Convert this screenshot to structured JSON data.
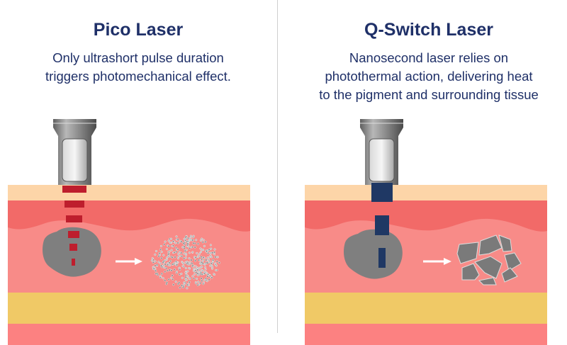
{
  "left": {
    "title": "Pico Laser",
    "description_lines": [
      "Only ultrashort pulse duration",
      "triggers photomechanical effect."
    ],
    "pulse_color": "#be1e2d"
  },
  "right": {
    "title": "Q-Switch Laser",
    "description_lines": [
      "Nanosecond laser relies on",
      "photothermal action, delivering heat",
      "to the pigment and surrounding tissue"
    ],
    "pulse_color": "#1f3864"
  },
  "colors": {
    "title": "#1f3068",
    "epidermis": "#fdd5a8",
    "dermis_upper": "#f26a68",
    "dermis": "#f88b88",
    "fat": "#f0c966",
    "pigment": "#7f7f7f"
  }
}
